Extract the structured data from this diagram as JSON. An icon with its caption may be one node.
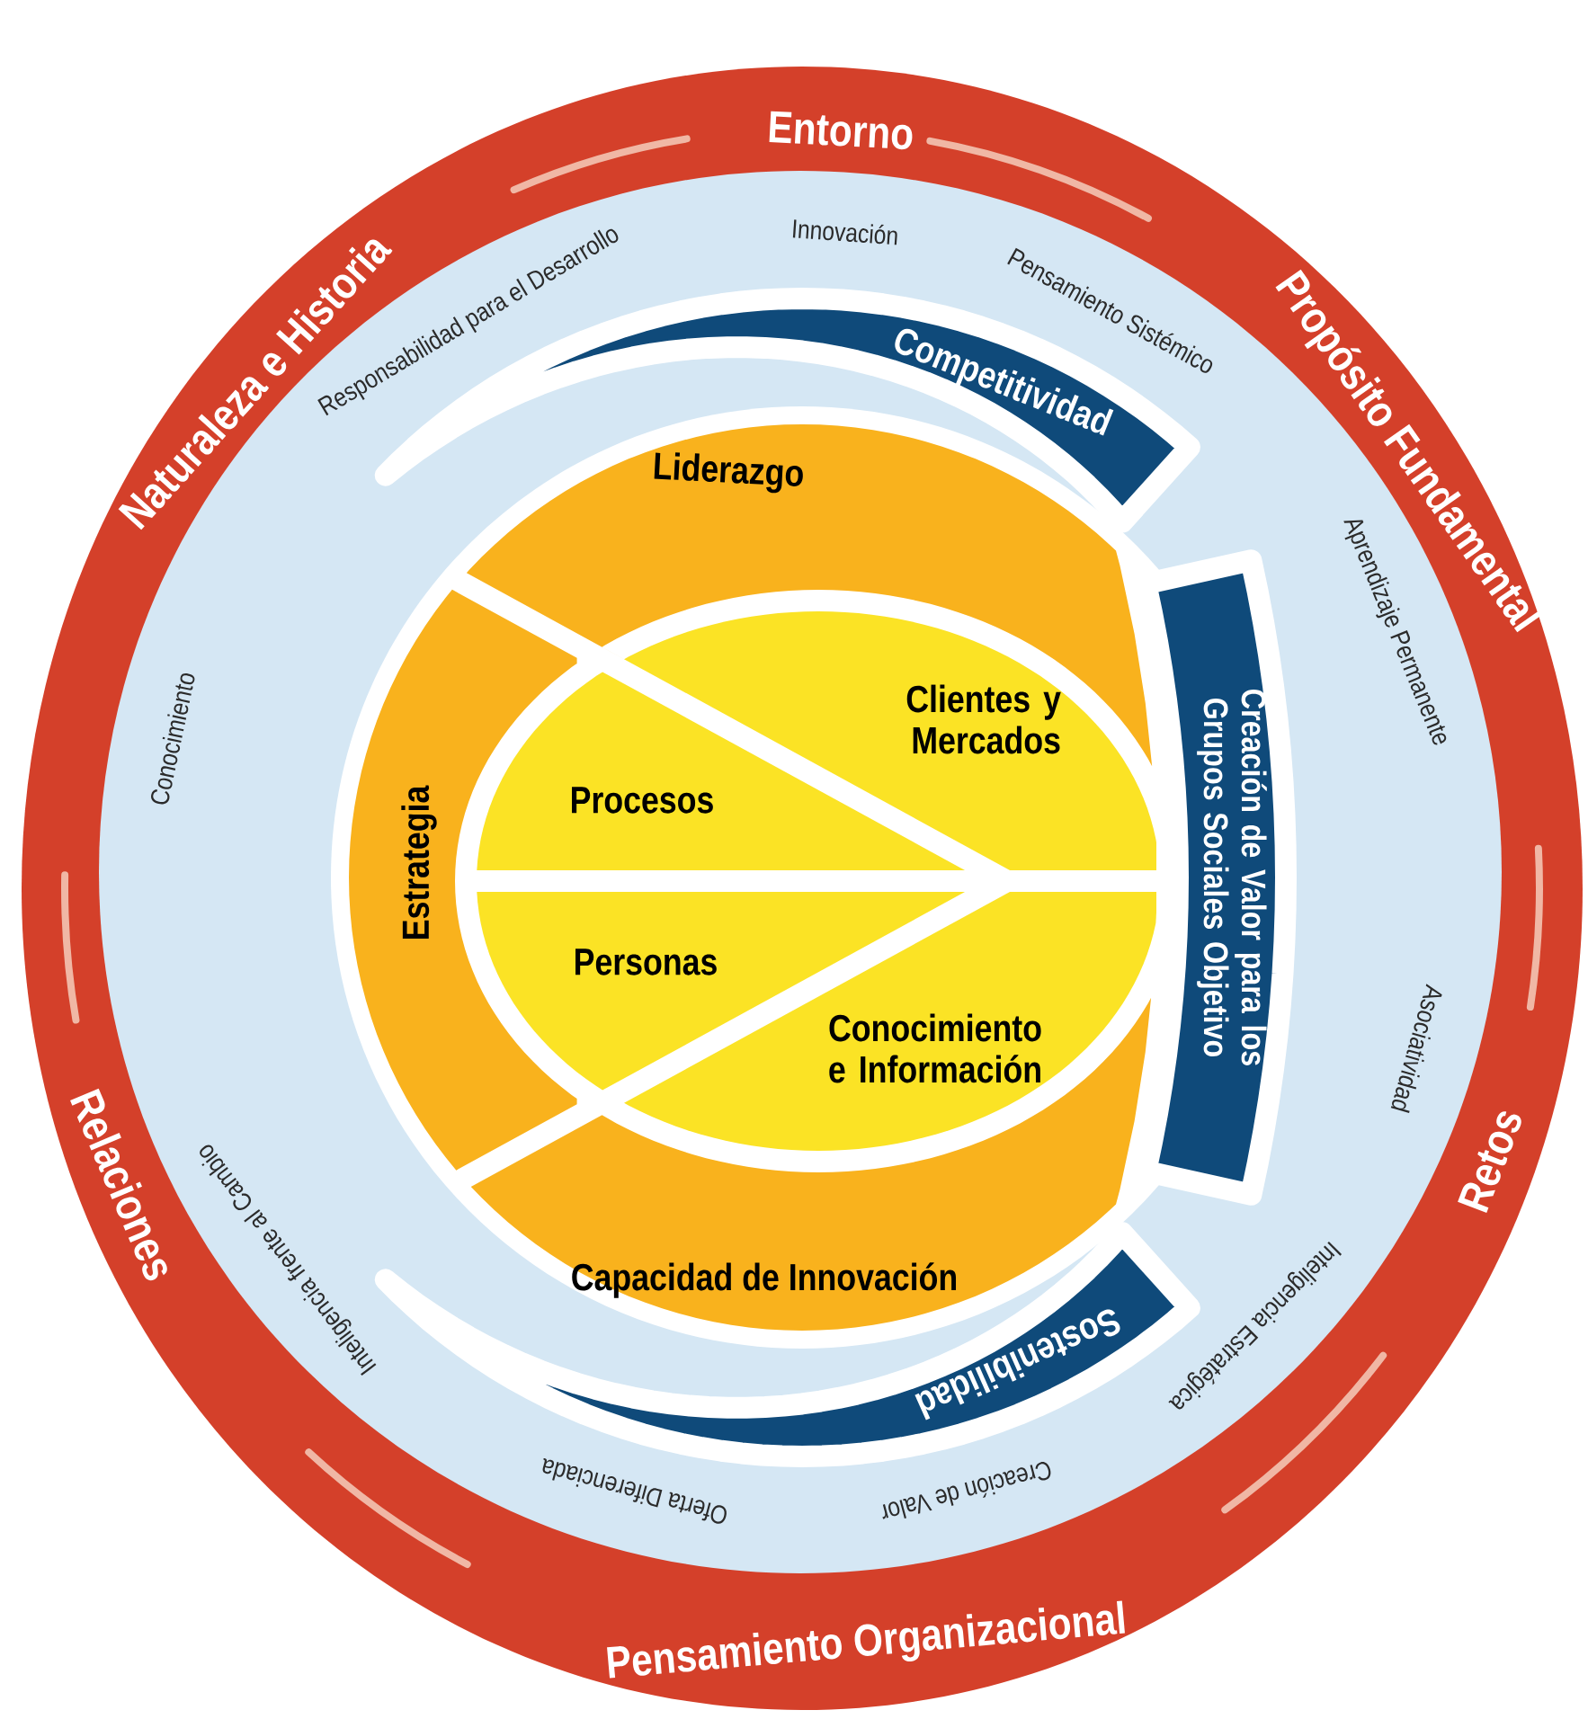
{
  "diagram": {
    "nodes": [
      {
        "text": [
          "Entorno",
          "Propósito Fundamental",
          "Retos",
          "Pensamiento Organizacional",
          "Relaciones",
          "Naturaleza e Historia"
        ]
      },
      {
        "text": [
          "Innovación",
          "Pensamiento Sistémico",
          "Aprendizaje Permanente",
          "Asociatividad",
          "Inteligencia Estratégica",
          "Creación de Valor",
          "Oferta Diferenciada",
          "Inteligencia frente al Cambio",
          "Conocimiento",
          "Responsabilidad para el Desarrollo"
        ],
        "in": 0
      },
      {
        "text": [
          "Competitividad"
        ],
        "in": 1
      },
      {
        "text": [
          "Liderazgo"
        ],
        "in": 1
      },
      {
        "text": [
          "Creación de Valor para los Grupos Sociales Objetivo"
        ],
        "in": 1
      },
      {
        "text": [
          "Estrategia"
        ],
        "in": 1
      },
      {
        "text": [
          "Clientes y Mercados"
        ],
        "in": 1
      },
      {
        "text": [
          "Procesos"
        ],
        "in": 1
      },
      {
        "text": [
          "Personas"
        ],
        "in": 1
      },
      {
        "text": [
          "Conocimiento e Información"
        ],
        "in": 1
      },
      {
        "text": [
          "Capacidad de Innovación"
        ],
        "in": 1
      },
      {
        "text": [
          "Sostenibilidad"
        ],
        "in": 1
      }
    ]
  }
}
